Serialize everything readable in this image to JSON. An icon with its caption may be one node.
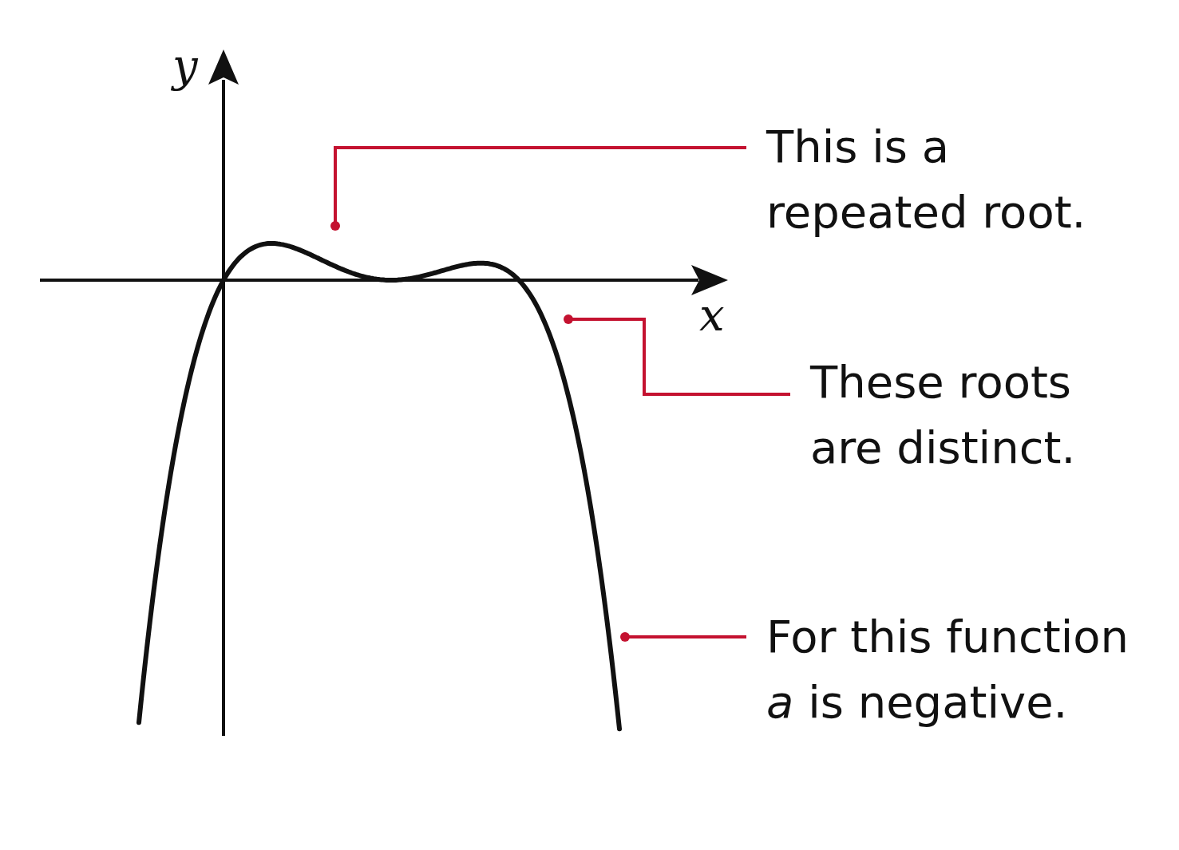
{
  "diagram": {
    "nodes": [
      {
        "text": [
          "This is a repeated root."
        ]
      },
      {
        "text": [
          "These roots are distinct."
        ]
      },
      {
        "text": [
          "For this function *a* is negative."
        ]
      }
    ],
    "edges": [
      {
        "from": 0,
        "to": null,
        "arrow": "other"
      },
      {
        "from": 1,
        "to": null,
        "arrow": "other"
      },
      {
        "from": 2,
        "to": null,
        "arrow": "other"
      }
    ],
    "labels": [
      "y",
      "x"
    ]
  }
}
